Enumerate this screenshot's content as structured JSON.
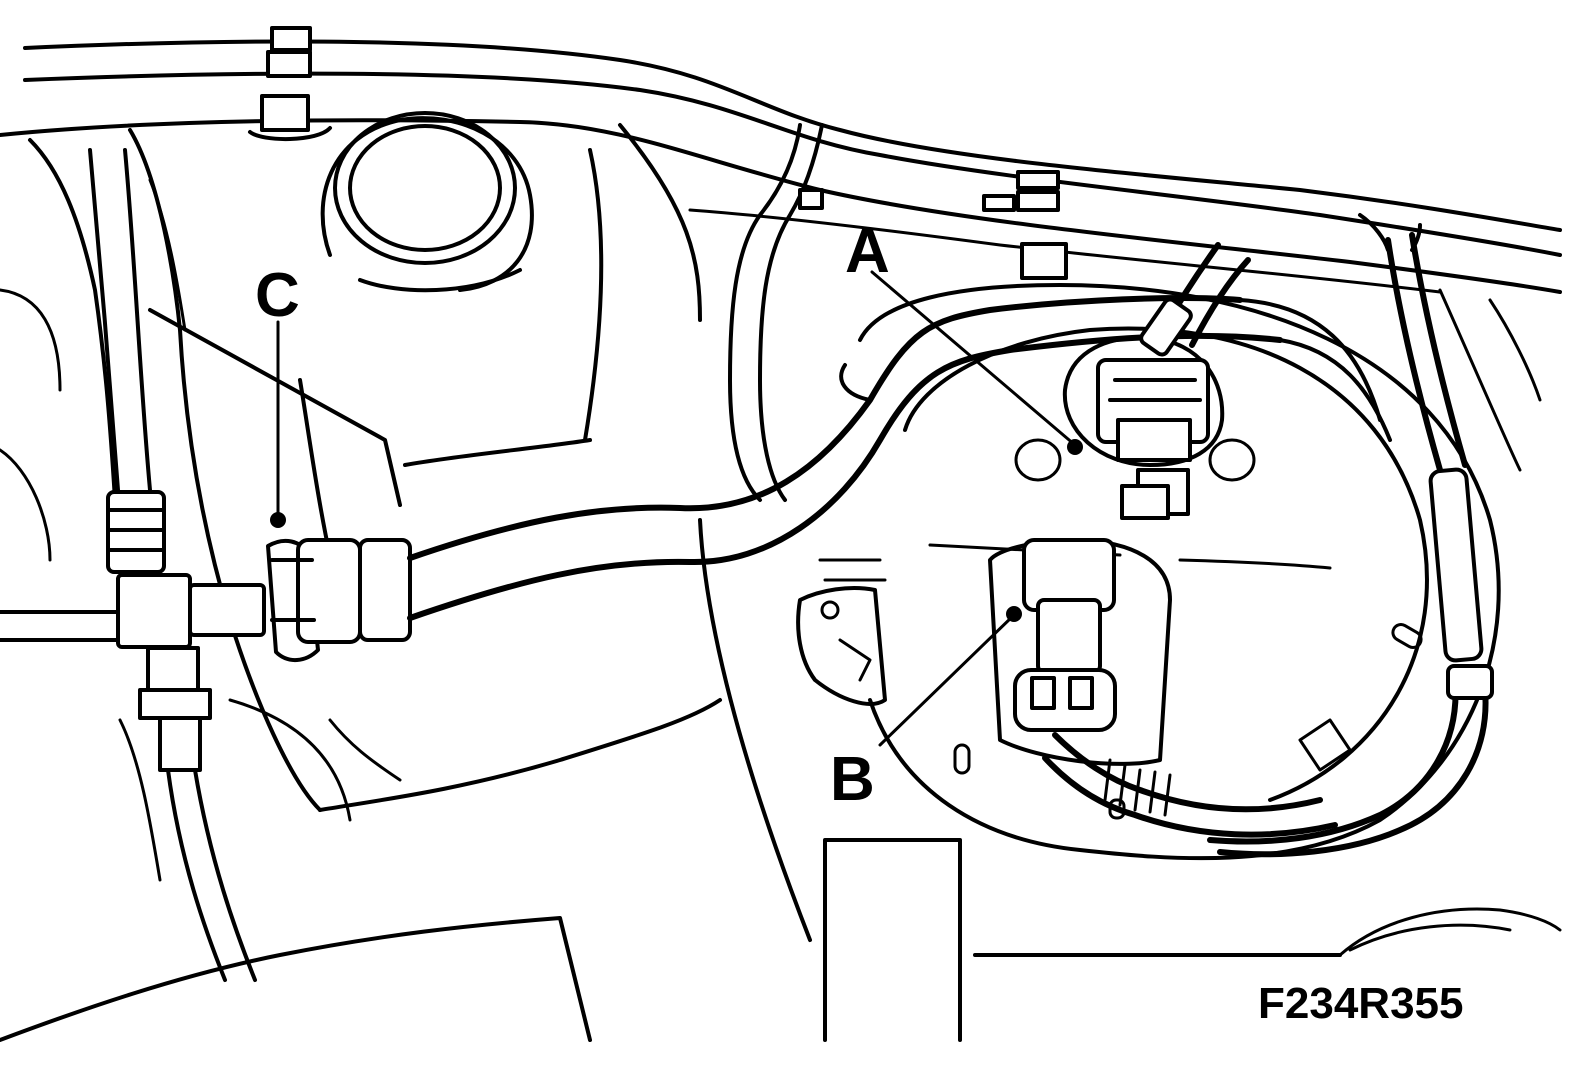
{
  "callouts": {
    "a": "A",
    "b": "B",
    "c": "C"
  },
  "figure_code": "F234R355"
}
